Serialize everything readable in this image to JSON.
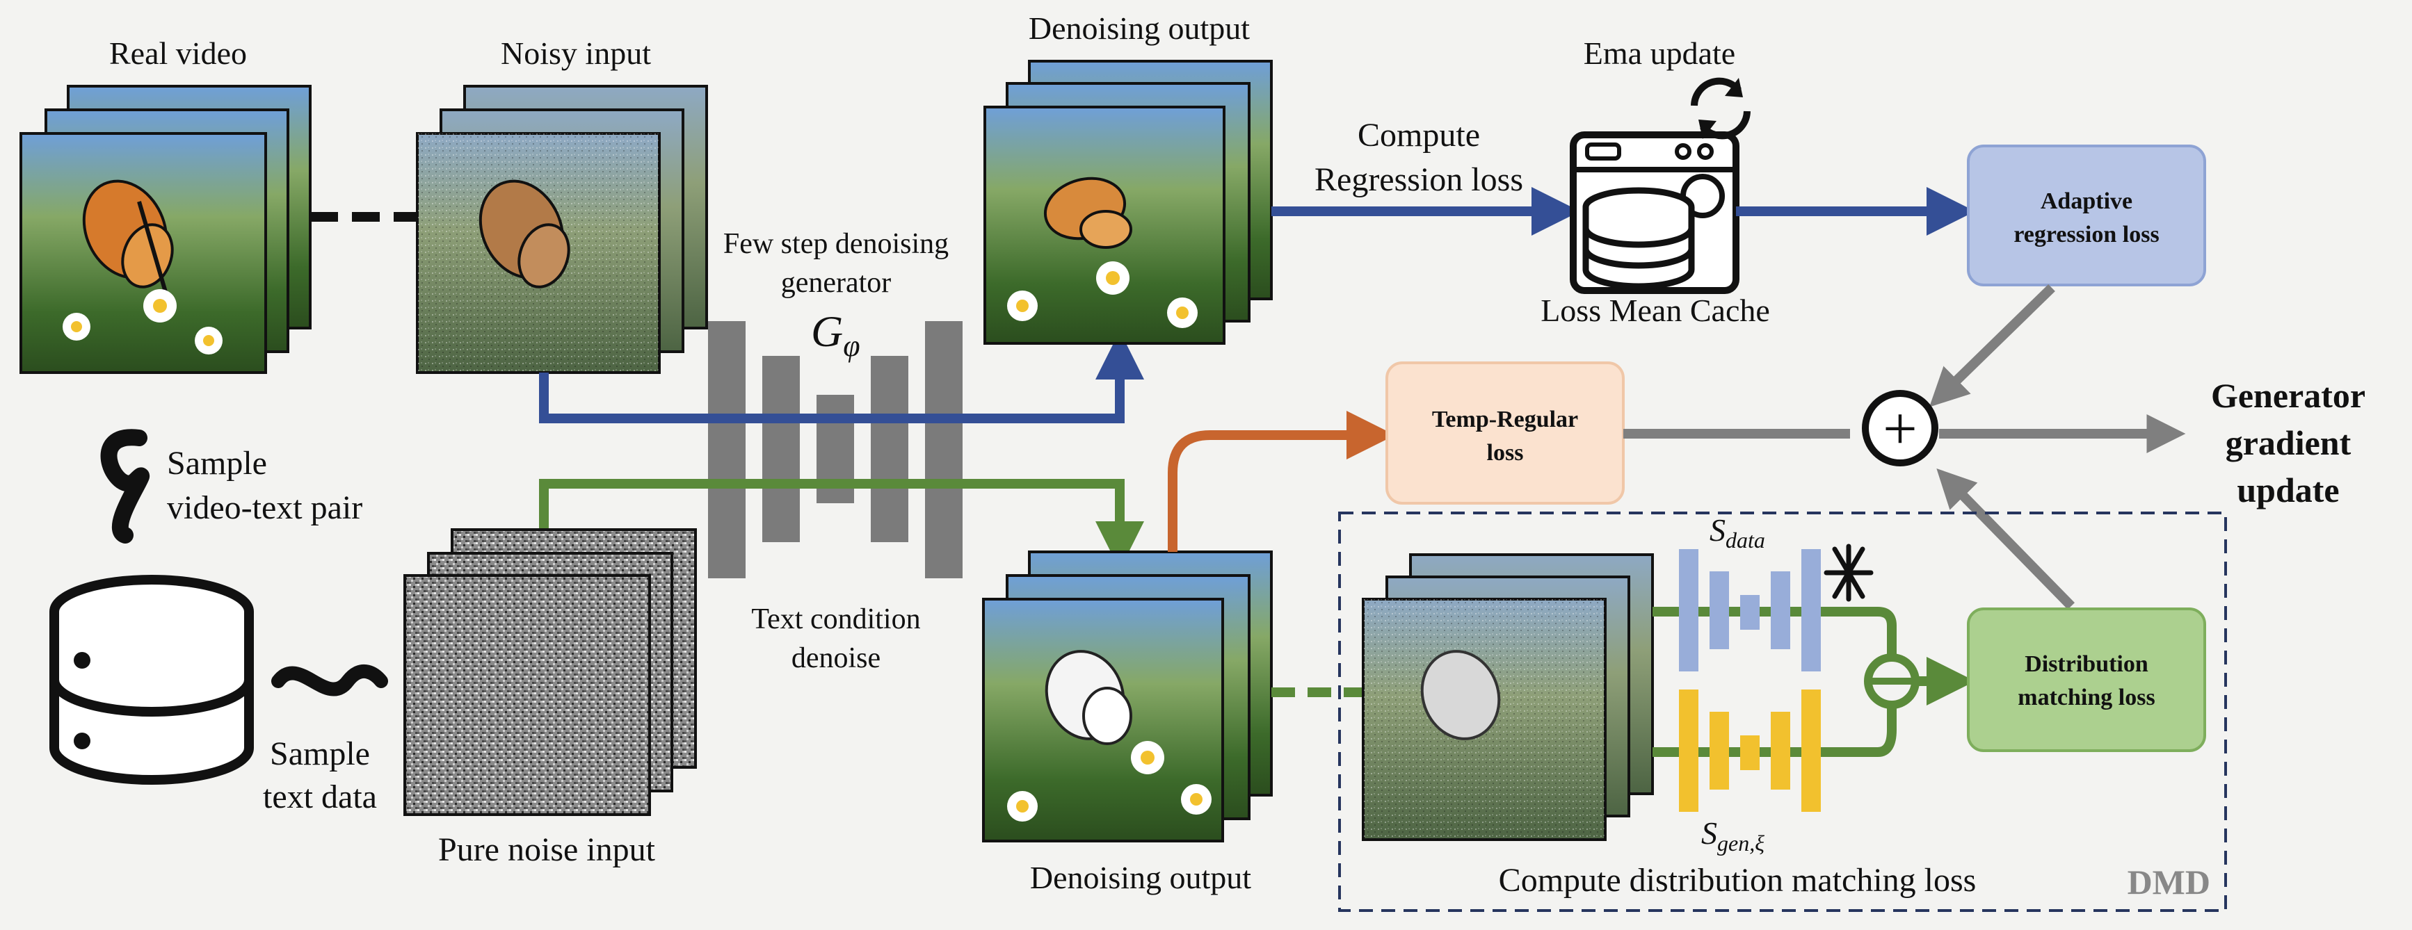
{
  "labels": {
    "real_video": "Real video",
    "noisy_input": "Noisy input",
    "denoising_output_top": "Denoising output",
    "denoising_output_bottom": "Denoising output",
    "ema_update": "Ema update",
    "compute_regression_line1": "Compute",
    "compute_regression_line2": "Regression loss",
    "loss_mean_cache": "Loss Mean Cache",
    "generator_line1": "Few step denoising",
    "generator_line2": "generator",
    "generator_symbol": "G",
    "generator_subscript": "φ",
    "text_condition_line1": "Text condition",
    "text_condition_line2": "denoise",
    "sample_pair_line1": "Sample",
    "sample_pair_line2": "video-text pair",
    "sample_text_line1": "Sample",
    "sample_text_line2": "text data",
    "pure_noise_input": "Pure noise input",
    "adaptive_line1": "Adaptive",
    "adaptive_line2": "regression loss",
    "temp_line1": "Temp-Regular",
    "temp_line2": "loss",
    "dist_line1": "Distribution",
    "dist_line2": "matching loss",
    "gen_update_line1": "Generator",
    "gen_update_line2": "gradient",
    "gen_update_line3": "update",
    "s_data": "S",
    "s_data_sub": "data",
    "s_gen": "S",
    "s_gen_sub": "gen,ξ",
    "compute_dmd": "Compute distribution matching loss",
    "dmd": "DMD",
    "plus": "+"
  },
  "colors": {
    "blue_path": "#344f96",
    "green_path": "#5a8a3a",
    "orange_path": "#c8652e",
    "gray_arrow": "#7f7f7f",
    "generator_block": "#7b7b7b",
    "adaptive_fill": "#b7c5e6",
    "temp_fill": "#fbe2cf",
    "dist_fill": "#acd08f",
    "s_data_net": "#98add9",
    "s_gen_net": "#f2c12e",
    "dmd_border": "#26355e"
  }
}
